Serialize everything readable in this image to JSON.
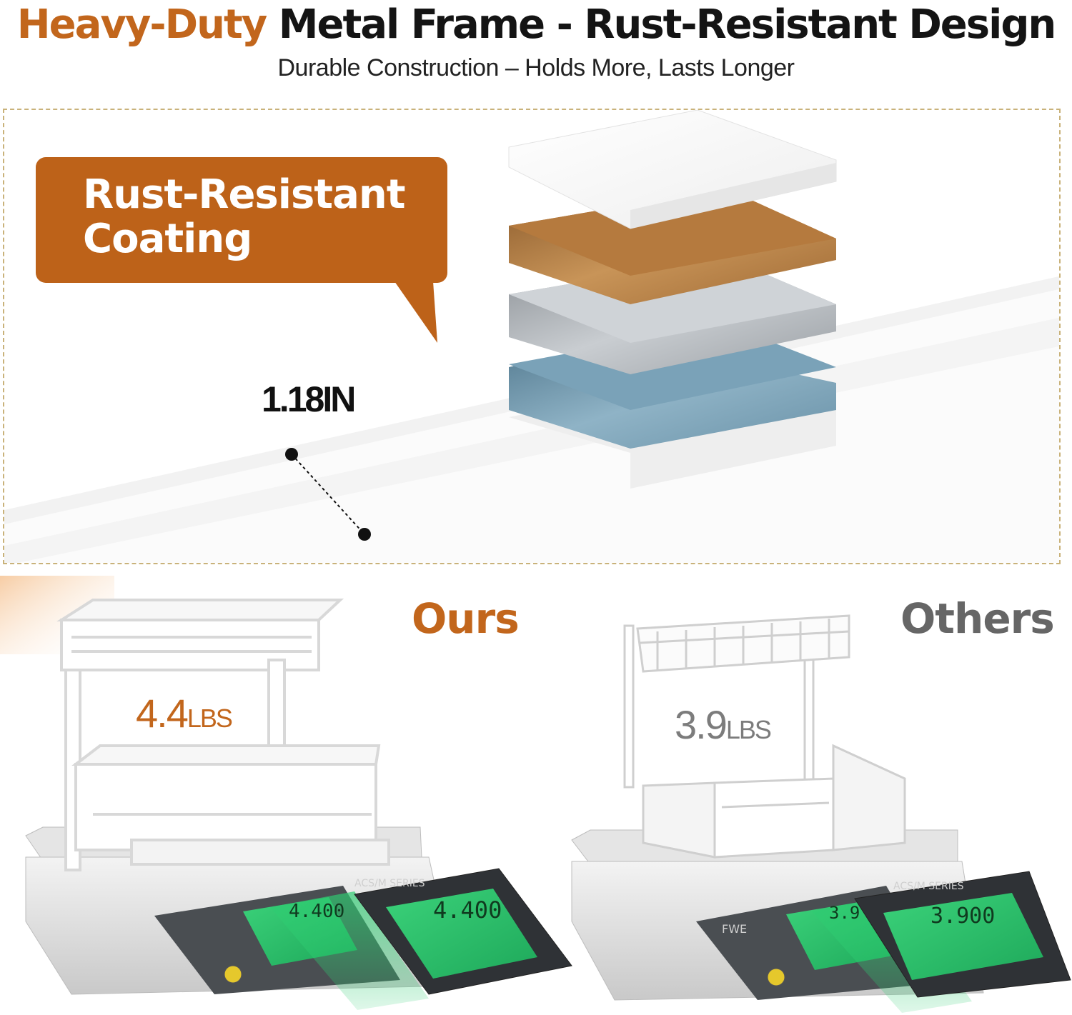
{
  "headline": {
    "accent": "Heavy-Duty",
    "rest": "Metal Frame - Rust-Resistant Design"
  },
  "subheadline": "Durable Construction – Holds More, Lasts Longer",
  "coating_callout": {
    "line1": "Rust-Resistant",
    "line2": "Coating"
  },
  "thickness_label": "1.18IN",
  "comparison": {
    "ours": {
      "label": "Ours",
      "weight_value": "4.4",
      "weight_unit": "LBS",
      "scale_display_main": "4.400",
      "scale_display_zoom": "4.400",
      "series_label": "ACS/M SERIES",
      "accent_color": "#c2661c"
    },
    "others": {
      "label": "Others",
      "weight_value": "3.9",
      "weight_unit": "LBS",
      "scale_display_main": "3.9",
      "scale_display_zoom": "3.900",
      "series_label": "ACS/M SERIES",
      "brand": "FWE",
      "accent_color": "#666666"
    }
  },
  "layer_colors": [
    "#ffffff",
    "#b8793a",
    "#a9aeb3",
    "#6f97ad"
  ],
  "icons": [
    "dimension-marker-icon",
    "level-bubble-icon"
  ]
}
